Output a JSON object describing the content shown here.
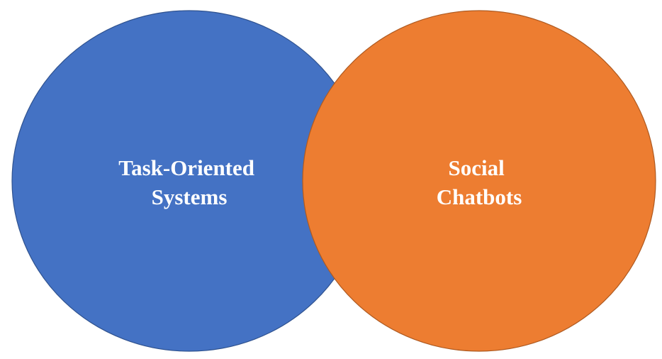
{
  "diagram": {
    "type": "venn",
    "circles": [
      {
        "id": "task-oriented",
        "label_lines": [
          "Task-Oriented",
          "Systems"
        ],
        "fill": "#4472C4",
        "stroke": "#2F528F"
      },
      {
        "id": "social",
        "label_lines": [
          "Social",
          "Chatbots"
        ],
        "fill": "#ED7D31",
        "stroke": "#AE5A21"
      }
    ]
  }
}
